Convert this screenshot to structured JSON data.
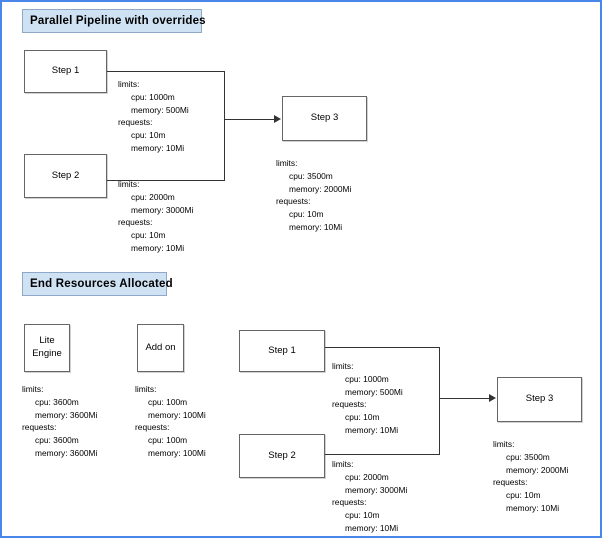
{
  "page": {
    "border_color": "#4a86e8",
    "background": "#ffffff"
  },
  "sections": {
    "top": {
      "banner": "Parallel Pipeline with  overrides",
      "nodes": {
        "step1": "Step 1",
        "step2": "Step 2",
        "step3": "Step 3"
      },
      "resources": {
        "step1": {
          "limits_label": "limits:",
          "limits_cpu": "cpu: 1000m",
          "limits_memory": "memory: 500Mi",
          "requests_label": "requests:",
          "requests_cpu": "cpu: 10m",
          "requests_memory": "memory: 10Mi"
        },
        "step2": {
          "limits_label": "limits:",
          "limits_cpu": "cpu: 2000m",
          "limits_memory": "memory: 3000Mi",
          "requests_label": "requests:",
          "requests_cpu": "cpu: 10m",
          "requests_memory": "memory: 10Mi"
        },
        "step3": {
          "limits_label": "limits:",
          "limits_cpu": "cpu: 3500m",
          "limits_memory": "memory: 2000Mi",
          "requests_label": "requests:",
          "requests_cpu": "cpu: 10m",
          "requests_memory": "memory: 10Mi"
        }
      }
    },
    "bottom": {
      "banner": "End Resources Allocated",
      "nodes": {
        "lite_engine_line1": "Lite",
        "lite_engine_line2": "Engine",
        "add_on": "Add on",
        "step1": "Step 1",
        "step2": "Step 2",
        "step3": "Step 3"
      },
      "resources": {
        "lite_engine": {
          "limits_label": "limits:",
          "limits_cpu": "cpu: 3600m",
          "limits_memory": "memory: 3600Mi",
          "requests_label": "requests:",
          "requests_cpu": "cpu: 3600m",
          "requests_memory": "memory: 3600Mi"
        },
        "add_on": {
          "limits_label": "limits:",
          "limits_cpu": "cpu: 100m",
          "limits_memory": "memory: 100Mi",
          "requests_label": "requests:",
          "requests_cpu": "cpu: 100m",
          "requests_memory": "memory: 100Mi"
        },
        "step1": {
          "limits_label": "limits:",
          "limits_cpu": "cpu: 1000m",
          "limits_memory": "memory: 500Mi",
          "requests_label": "requests:",
          "requests_cpu": "cpu: 10m",
          "requests_memory": "memory: 10Mi"
        },
        "step2": {
          "limits_label": "limits:",
          "limits_cpu": "cpu: 2000m",
          "limits_memory": "memory: 3000Mi",
          "requests_label": "requests:",
          "requests_cpu": "cpu: 10m",
          "requests_memory": "memory: 10Mi"
        },
        "step3": {
          "limits_label": "limits:",
          "limits_cpu": "cpu: 3500m",
          "limits_memory": "memory: 2000Mi",
          "requests_label": "requests:",
          "requests_cpu": "cpu: 10m",
          "requests_memory": "memory: 10Mi"
        }
      }
    }
  }
}
